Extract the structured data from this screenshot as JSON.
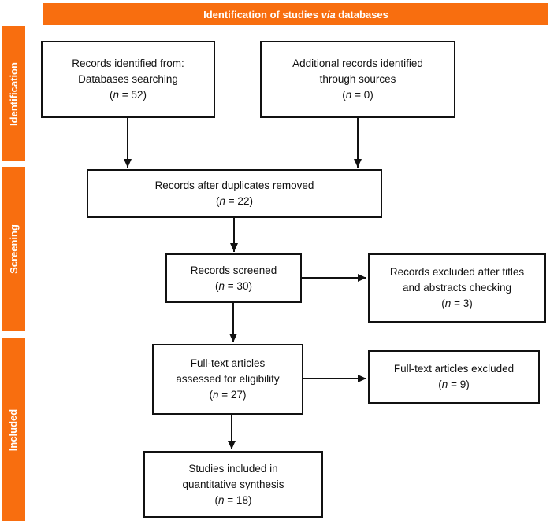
{
  "colors": {
    "accent": "#F86E0F",
    "box_border": "#111111",
    "text": "#111111",
    "header_text": "#FFFFFF"
  },
  "header": {
    "title_parts": [
      {
        "text": "Identification of studies ",
        "italic": false
      },
      {
        "text": "via",
        "italic": true
      },
      {
        "text": " databases",
        "italic": false
      }
    ]
  },
  "sidebar": {
    "labels": [
      "Identification",
      "Screening",
      "Included"
    ]
  },
  "boxes": [
    {
      "name": "records-identified-box",
      "lines": [
        "Records identified from:",
        "Databases searching",
        "(n = 52)"
      ]
    },
    {
      "name": "additional-records-box",
      "lines": [
        "Additional records identified",
        "through sources",
        "(n = 0)"
      ]
    },
    {
      "name": "duplicates-removed-box",
      "lines": [
        "Records after duplicates removed",
        "(n = 22)"
      ]
    },
    {
      "name": "records-screened-box",
      "lines": [
        "Records screened",
        "(n = 30)"
      ]
    },
    {
      "name": "records-excluded-box",
      "lines": [
        "Records excluded after titles",
        "and abstracts checking",
        "(n = 3)"
      ]
    },
    {
      "name": "fulltext-assessed-box",
      "lines": [
        "Full-text articles",
        "assessed for eligibility",
        "(n = 27)"
      ]
    },
    {
      "name": "fulltext-excluded-box",
      "lines": [
        "Full-text articles excluded",
        "(n = 9)"
      ]
    },
    {
      "name": "studies-included-box",
      "lines": [
        "Studies included in",
        "quantitative synthesis",
        "(n = 18)"
      ]
    }
  ]
}
